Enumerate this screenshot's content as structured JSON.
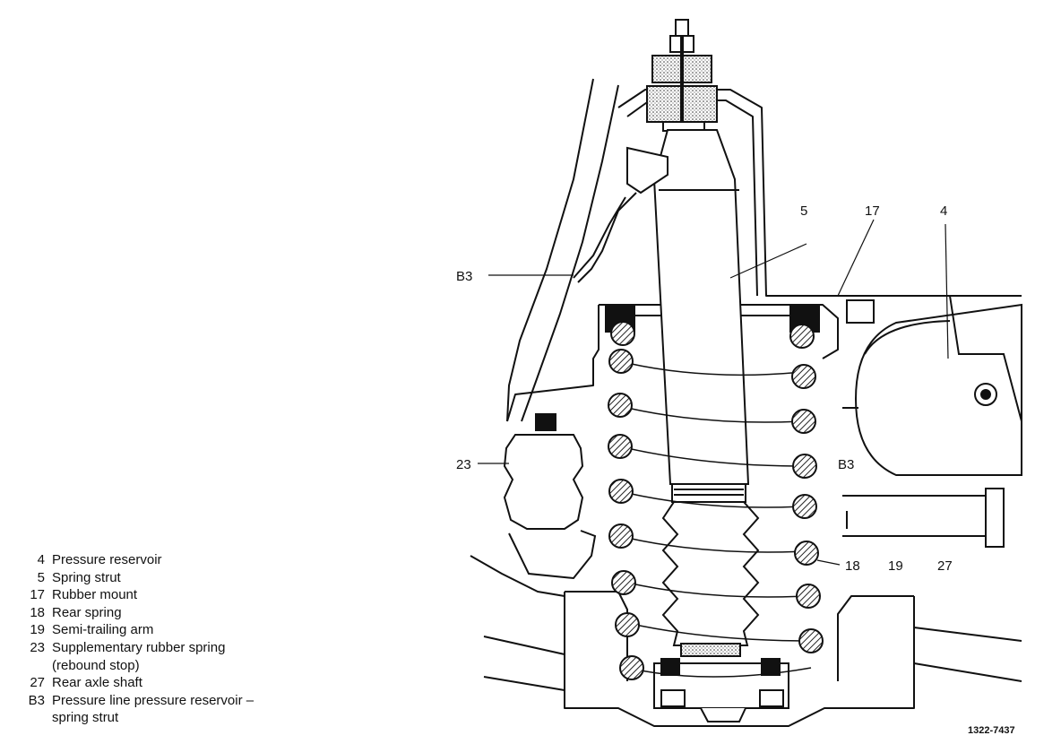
{
  "callouts": {
    "c5": "5",
    "c17": "17",
    "c4": "4",
    "cB3_top": "B3",
    "c23": "23",
    "cB3_mid": "B3",
    "c18": "18",
    "c19": "19",
    "c27": "27"
  },
  "figure_id": "1322-7437",
  "legend": [
    {
      "num": "4",
      "text": "Pressure reservoir"
    },
    {
      "num": "5",
      "text": "Spring strut"
    },
    {
      "num": "17",
      "text": "Rubber mount"
    },
    {
      "num": "18",
      "text": "Rear spring"
    },
    {
      "num": "19",
      "text": "Semi-trailing arm"
    },
    {
      "num": "23",
      "text": "Supplementary rubber spring"
    },
    {
      "num": "",
      "text": "(rebound stop)"
    },
    {
      "num": "27",
      "text": "Rear axle shaft"
    },
    {
      "num": "B3",
      "text": "Pressure line pressure reservoir –"
    },
    {
      "num": "",
      "text": "spring strut"
    }
  ]
}
